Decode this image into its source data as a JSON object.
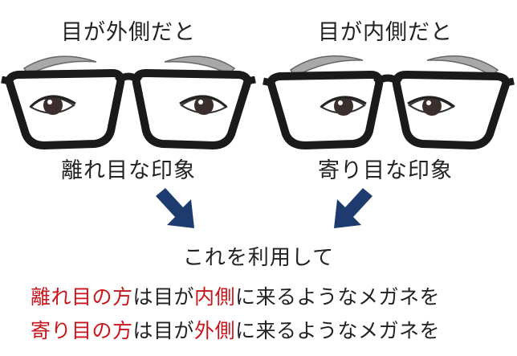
{
  "left": {
    "top_label": "目が外側だと",
    "bottom_label": "離れ目な印象"
  },
  "right": {
    "top_label": "目が内側だと",
    "bottom_label": "寄り目な印象"
  },
  "middle_label": "これを利用して",
  "line1": {
    "part1": "離れ目の方",
    "part2": "は目が",
    "part3": "内側",
    "part4": "に来るようなメガネを"
  },
  "line2": {
    "part1": "寄り目の方",
    "part2": "は目が",
    "part3": "外側",
    "part4": "に来るようなメガネを"
  },
  "colors": {
    "highlight": "#c8161d",
    "arrow": "#1d3b6e",
    "frame": "#1a1a1a",
    "brow": "#a0a0a0"
  },
  "icons": [
    "glasses-left",
    "glasses-right",
    "arrow-down-right",
    "arrow-down-left"
  ]
}
